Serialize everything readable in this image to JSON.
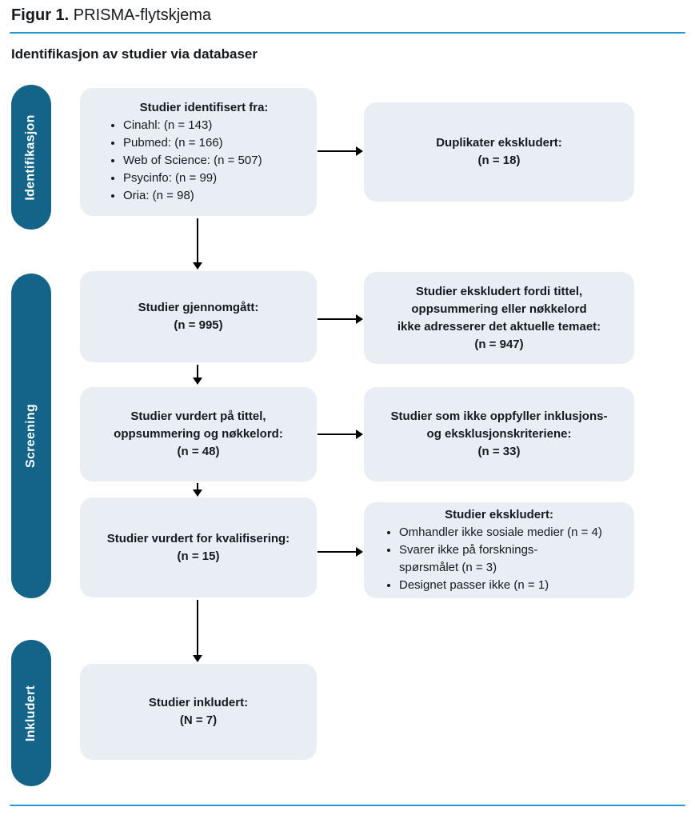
{
  "figure": {
    "label": "Figur 1.",
    "title": " PRISMA-flytskjema"
  },
  "section_heading": "Identifikasjon av studier via databaser",
  "colors": {
    "stage_pill": "#14648a",
    "box_fill": "#e9eef4",
    "accent_line": "#2499d6",
    "text": "#16191d",
    "arrow": "#000000"
  },
  "stages": [
    {
      "label": "Identifikasjon"
    },
    {
      "label": "Screening"
    },
    {
      "label": "Inkludert"
    }
  ],
  "boxes": {
    "identified": {
      "title": "Studier identifisert fra:",
      "bullets": [
        "Cinahl: (n = 143)",
        "Pubmed: (n = 166)",
        "Web of Science: (n = 507)",
        "Psycinfo: (n = 99)",
        "Oria: (n = 98)"
      ]
    },
    "duplicates": {
      "lines": [
        "Duplikater ekskludert:",
        "(n = 18)"
      ]
    },
    "screened": {
      "lines": [
        "Studier gjennomgått:",
        "(n = 995)"
      ]
    },
    "excluded_title": {
      "lines": [
        "Studier ekskludert fordi tittel,",
        "oppsummering eller nøkkelord",
        "ikke adresserer det aktuelle temaet:",
        "(n = 947)"
      ]
    },
    "assessed": {
      "lines": [
        "Studier vurdert på tittel,",
        "oppsummering og nøkkelord:",
        "(n = 48)"
      ]
    },
    "criteria": {
      "lines": [
        "Studier som ikke oppfyller inklusjons-",
        "og eksklusjonskriteriene:",
        "(n = 33)"
      ]
    },
    "eligibility": {
      "lines": [
        "Studier vurdert for kvalifisering:",
        "(n = 15)"
      ]
    },
    "excluded_reasons": {
      "title": "Studier ekskludert:",
      "bullets": [
        "Omhandler ikke sosiale medier (n = 4)",
        "Svarer ikke på forsknings-\nspørsmålet (n = 3)",
        "Designet passer ikke (n = 1)"
      ]
    },
    "included": {
      "lines": [
        "Studier inkludert:",
        "(N = 7)"
      ]
    }
  }
}
